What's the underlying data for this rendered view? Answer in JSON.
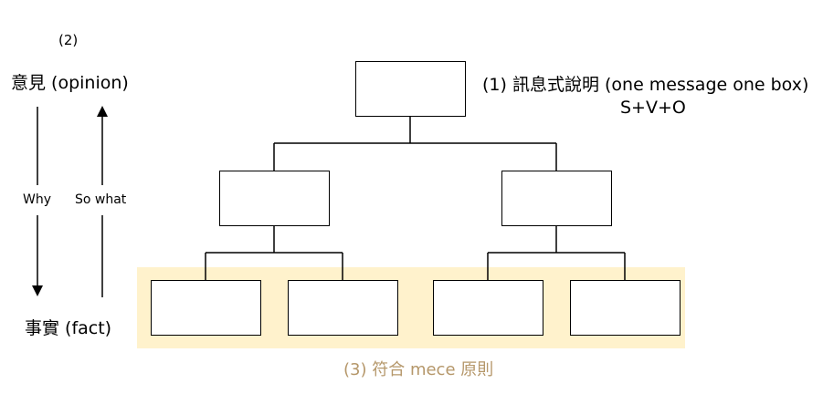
{
  "left_panel": {
    "step_two": "(2)",
    "opinion": "意見 (opinion)",
    "why": "Why",
    "so_what": "So what",
    "fact": "事實 (fact)"
  },
  "tree": {
    "message_label": "(1) 訊息式說明 (one message one box)",
    "formula": "S+V+O",
    "mece_label": "(3) 符合 mece 原則"
  },
  "colors": {
    "mece_highlight": "#fff2cc",
    "mece_text": "#b5976a",
    "line": "#000000"
  }
}
